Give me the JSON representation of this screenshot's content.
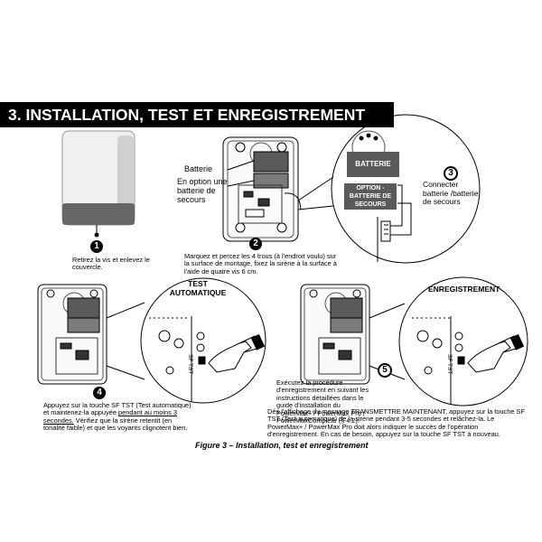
{
  "header": {
    "title": "3. INSTALLATION, TEST ET ENREGISTREMENT"
  },
  "step1": {
    "number": "1",
    "text": "Retirez la vis et enlevez le couvercle."
  },
  "step2": {
    "number": "2",
    "label_battery": "Batterie",
    "label_option": "En option une batterie de secours",
    "text": "Marquez et percez les 4 trous (à l'endroit voulu) sur la surface de montage, fixez la sirène à la surface à l'aide de quatre vis 6 cm."
  },
  "step3": {
    "number": "3",
    "box_battery": "BATTERIE",
    "box_option": "OPTION - BATTERIE DE SECOURS",
    "text": "Connecter batterie /batterie de secours"
  },
  "step4": {
    "number": "4",
    "label": "TEST AUTOMATIQUE",
    "sf_tst": "SF TST",
    "text_1": "Appuyez sur la touche SF TST (Test automatique) et maintenez-la appuyée",
    "text_underlined": "pendant au moins 3 secondes.",
    "text_2": "Vérifiez que la sirène retentit (en tonalité faible) et que les voyants clignotent bien."
  },
  "step5": {
    "number": "5",
    "label": "ENREGISTREMENT",
    "sf_tst": "SF TST",
    "text_intro": "Exécutez la procédure d'enregistrement en suivant les instructions détaillées dans le guide d'installation du PowerMax+ / PowerMax Pro / PowerMaxComplete (§ 4.2).",
    "text_main": "Dès l'affichage du message TRANSMETTRE MAINTENANT, appuyez sur la touche SF TST (Test automatique) de la sirène pendant 3-5 secondes et relâchez-la. Le PowerMax+ / PowerMax Pro doit alors indiquer le succès de l'opération d'enregistrement. En cas de besoin, appuyez sur la touche SF TST à nouveau."
  },
  "caption": "Figure 3 – Installation, test et enregistrement"
}
